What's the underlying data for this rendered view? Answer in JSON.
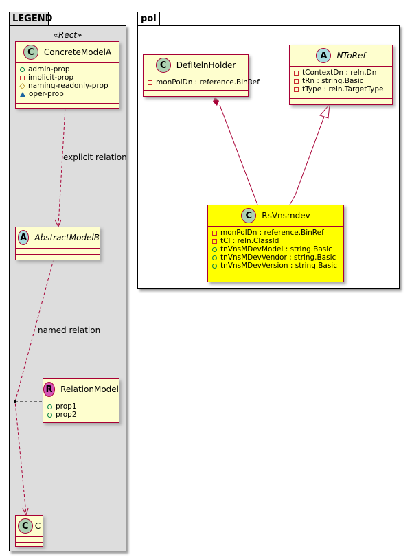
{
  "packages": [
    {
      "name": "LEGEND",
      "stereotype": "«Rect»"
    },
    {
      "name": "pol"
    }
  ],
  "classes": {
    "concrete": {
      "kind": "C",
      "name": "ConcreteModelA",
      "attrs": [
        {
          "vis": "public",
          "text": "admin-prop"
        },
        {
          "vis": "private",
          "text": "implicit-prop"
        },
        {
          "vis": "protected",
          "text": "naming-readonly-prop"
        },
        {
          "vis": "package",
          "text": "oper-prop"
        }
      ]
    },
    "abstract": {
      "kind": "A",
      "name": "AbstractModelB"
    },
    "relation": {
      "kind": "R",
      "name": "RelationModel",
      "attrs": [
        {
          "vis": "public",
          "text": "prop1"
        },
        {
          "vis": "public",
          "text": "prop2"
        }
      ]
    },
    "c": {
      "kind": "C",
      "name": "C"
    },
    "defreln": {
      "kind": "C",
      "name": "DefRelnHolder",
      "attrs": [
        {
          "vis": "private",
          "text": "monPolDn : reference.BinRef"
        }
      ]
    },
    "ntoref": {
      "kind": "A",
      "name": "NToRef",
      "attrs": [
        {
          "vis": "private",
          "text": "tContextDn : reln.Dn"
        },
        {
          "vis": "private",
          "text": "tRn : string.Basic"
        },
        {
          "vis": "private",
          "text": "tType : reln.TargetType"
        }
      ]
    },
    "rsvnsmdev": {
      "kind": "C",
      "name": "RsVnsmdev",
      "attrs": [
        {
          "vis": "private",
          "text": "monPolDn : reference.BinRef"
        },
        {
          "vis": "private",
          "text": "tCl : reln.ClassId"
        },
        {
          "vis": "public",
          "text": "tnVnsMDevModel : string.Basic"
        },
        {
          "vis": "public",
          "text": "tnVnsMDevVendor : string.Basic"
        },
        {
          "vis": "public",
          "text": "tnVnsMDevVersion : string.Basic"
        }
      ]
    }
  },
  "edges": {
    "explicit": "explicit relation",
    "named": "named relation"
  },
  "colors": {
    "class_bg": "#FEFECE",
    "highlight_bg": "#FFFF00",
    "border": "#A80036",
    "legend_bg": "#DDDDDD",
    "circle_C": "#ADD1B2",
    "circle_A": "#A9DCDF",
    "circle_R": "#D554B6"
  }
}
